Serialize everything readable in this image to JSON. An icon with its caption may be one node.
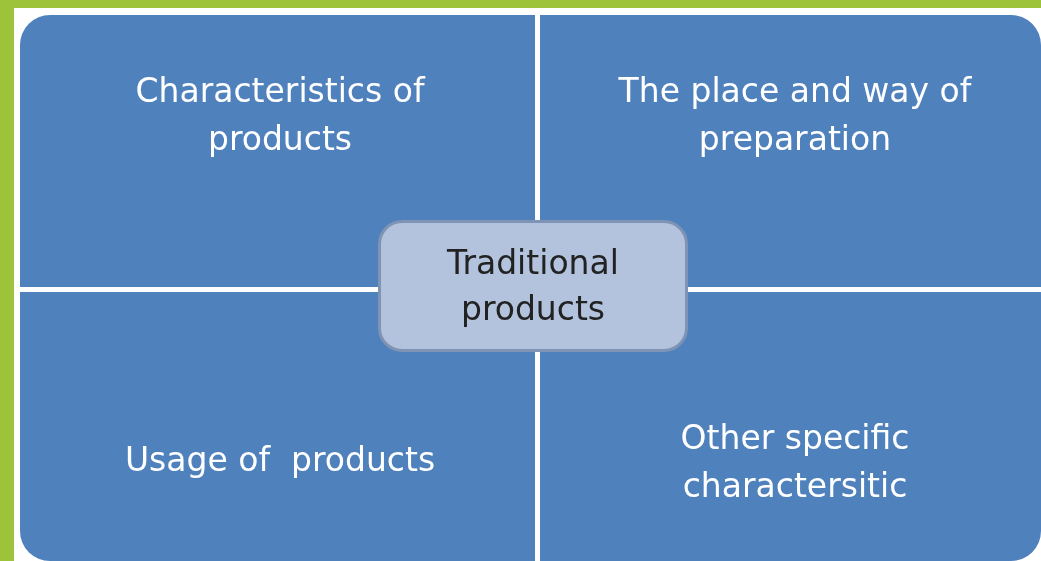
{
  "diagram": {
    "nodes": [
      {
        "text": [
          "Characteristics of products"
        ]
      },
      {
        "text": [
          "The place and way of preparation"
        ]
      },
      {
        "text": [
          "Traditional products"
        ]
      },
      {
        "text": [
          "Usage of  products"
        ]
      },
      {
        "text": [
          "Other specific charactersitic"
        ]
      }
    ]
  }
}
